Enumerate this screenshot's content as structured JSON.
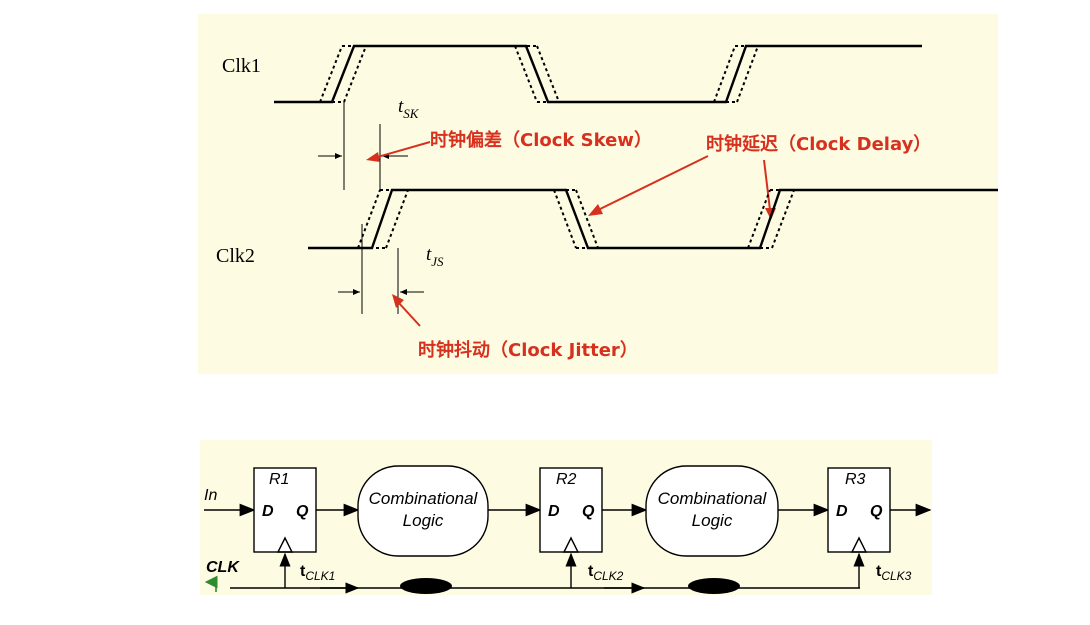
{
  "timing": {
    "clk1_label": "Clk1",
    "clk2_label": "Clk2",
    "tsk_t": "t",
    "tsk_sub": "SK",
    "tjs_t": "t",
    "tjs_sub": "JS",
    "skew_label": "时钟偏差（Clock Skew）",
    "delay_label": "时钟延迟（Clock Delay）",
    "jitter_label": "时钟抖动（Clock Jitter）",
    "label_color": "#d6311f"
  },
  "circuit": {
    "in_label": "In",
    "clk_label": "CLK",
    "registers": [
      {
        "name": "R1",
        "d": "D",
        "q": "Q"
      },
      {
        "name": "R2",
        "d": "D",
        "q": "Q"
      },
      {
        "name": "R3",
        "d": "D",
        "q": "Q"
      }
    ],
    "logic_blocks": [
      {
        "line1": "Combinational",
        "line2": "Logic"
      },
      {
        "line1": "Combinational",
        "line2": "Logic"
      }
    ],
    "tclk": [
      {
        "t": "t",
        "sub": "CLK1"
      },
      {
        "t": "t",
        "sub": "CLK2"
      },
      {
        "t": "t",
        "sub": "CLK3"
      }
    ],
    "clk_arrow_color": "#2e8b2e"
  }
}
